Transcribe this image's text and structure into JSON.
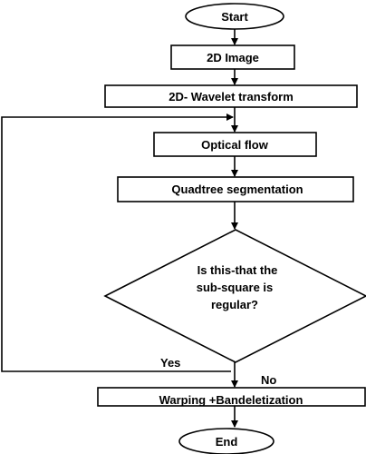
{
  "flowchart": {
    "start": "Start",
    "image_2d": "2D Image",
    "wavelet": "2D- Wavelet transform",
    "optical_flow": "Optical flow",
    "quadtree": "Quadtree segmentation",
    "decision_line1": "Is this-that the",
    "decision_line2": "sub-square is",
    "decision_line3": "regular?",
    "yes_label": "Yes",
    "no_label": "No",
    "warping": "Warping +Bandeletization",
    "end": "End"
  }
}
